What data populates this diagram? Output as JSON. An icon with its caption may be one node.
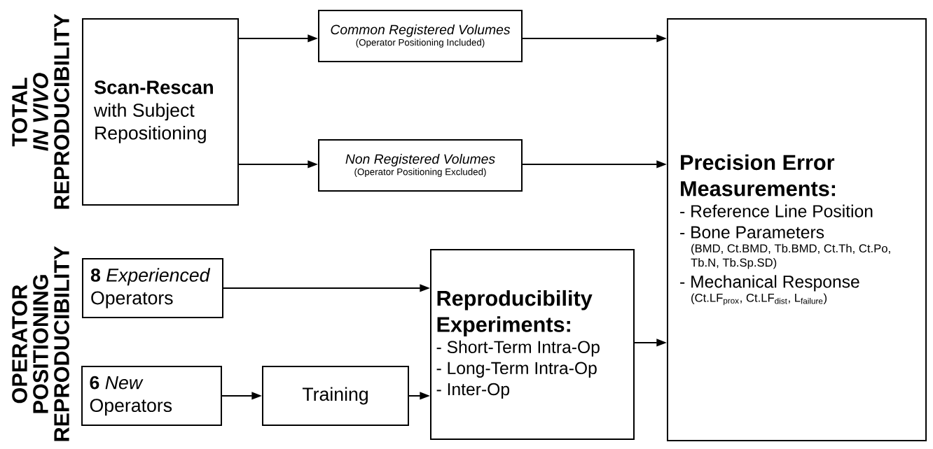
{
  "diagram": {
    "nodes": [
      {
        "text": [
          "Scan-Rescan",
          "with Subject Repositioning"
        ]
      },
      {
        "text": [
          "Common Registered Volumes",
          "(Operator Positioning Included)"
        ]
      },
      {
        "text": [
          "Non Registered Volumes",
          "(Operator Positioning Excluded)"
        ]
      },
      {
        "text": [
          "Precision Error Measurements:",
          "- Reference Line Position",
          "- Bone Parameters",
          "(BMD, Ct.BMD, Tb.BMD, Ct.Th, Ct.Po, Tb.N, Tb.Sp.SD)",
          "- Mechanical Response",
          "(Ct.LF$_{prox}$, Ct.LF$_{dist}$, L$_{failure}$)"
        ]
      },
      {
        "text": [
          "**8** *Experienced* Operators"
        ]
      },
      {
        "text": [
          "**6** *New* Operators"
        ]
      },
      {
        "text": [
          "Training"
        ]
      },
      {
        "text": [
          "Reproducibility Experiments:",
          "- Short-Term Intra-Op",
          "- Long-Term Intra-Op",
          "- Inter-Op"
        ]
      }
    ],
    "edges": [
      {
        "from": 0,
        "to": 1,
        "arrow": "to"
      },
      {
        "from": 0,
        "to": 2,
        "arrow": "to"
      },
      {
        "from": 1,
        "to": 3,
        "arrow": "to"
      },
      {
        "from": 2,
        "to": 3,
        "arrow": "to"
      },
      {
        "from": 4,
        "to": 7,
        "arrow": "to"
      },
      {
        "from": 5,
        "to": 6,
        "arrow": "to"
      },
      {
        "from": 6,
        "to": 7,
        "arrow": "to"
      },
      {
        "from": 7,
        "to": 3,
        "arrow": "to"
      }
    ],
    "labels": [
      "TOTAL",
      "IN VIVO",
      "REPRODUCIBILITY",
      "OPERATOR",
      "POSITIONING",
      "REPRODUCIBILITY"
    ]
  }
}
